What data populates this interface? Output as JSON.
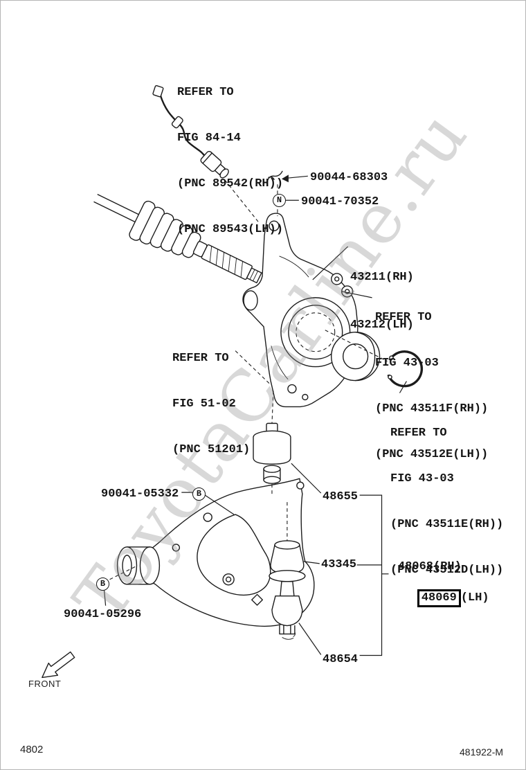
{
  "watermark": "ToyotaCarline.ru",
  "front_label": "FRONT",
  "footer": {
    "page_code": "4802",
    "figure_code": "481922-M"
  },
  "symbols": {
    "n": "N",
    "b": "B"
  },
  "notes": {
    "sensor": {
      "l1": "REFER TO",
      "l2": "FIG 84-14",
      "l3": "(PNC 89542(RH))",
      "l4": "(PNC 89543(LH))"
    },
    "hub_f": {
      "l1": "REFER TO",
      "l2": "FIG 43-03",
      "l3": "(PNC 43511F(RH))",
      "l4": "(PNC 43512E(LH))"
    },
    "steering": {
      "l1": "REFER TO",
      "l2": "FIG 51-02",
      "l3": "(PNC 51201)"
    },
    "hub_e": {
      "l1": "REFER TO",
      "l2": "FIG 43-03",
      "l3": "(PNC 43511E(RH))",
      "l4": "(PNC 43512D(LH))"
    }
  },
  "parts": {
    "clip": "90044-68303",
    "nut": "90041-70352",
    "knuckle_rh": "43211(RH)",
    "knuckle_lh": "43212(LH)",
    "bolt_upper": "90041-05332",
    "bushing_assembly": "48655",
    "ball_joint": "43345",
    "arm_rh": "48068(RH)",
    "arm_lh_number": "48069",
    "arm_lh_suffix": "(LH)",
    "bolt_lower": "90041-05296",
    "arm_lower": "48654"
  }
}
